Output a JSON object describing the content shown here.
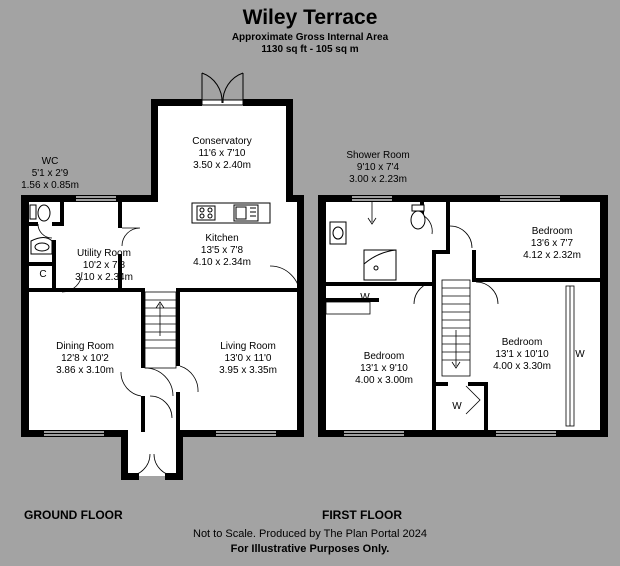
{
  "header": {
    "title": "Wiley Terrace",
    "area_caption": "Approximate Gross Internal Area",
    "area_value": "1130 sq ft - 105 sq m"
  },
  "rooms": {
    "wc": {
      "name": "WC",
      "imperial": "5'1 x 2'9",
      "metric": "1.56 x 0.85m"
    },
    "conservatory": {
      "name": "Conservatory",
      "imperial": "11'6 x 7'10",
      "metric": "3.50 x 2.40m"
    },
    "kitchen": {
      "name": "Kitchen",
      "imperial": "13'5 x 7'8",
      "metric": "4.10 x 2.34m"
    },
    "utility": {
      "name": "Utility Room",
      "imperial": "10'2 x 7'8",
      "metric": "3.10 x 2.34m"
    },
    "cupboard": {
      "name": "C"
    },
    "dining": {
      "name": "Dining Room",
      "imperial": "12'8 x 10'2",
      "metric": "3.86 x 3.10m"
    },
    "living": {
      "name": "Living Room",
      "imperial": "13'0 x 11'0",
      "metric": "3.95 x 3.35m"
    },
    "shower": {
      "name": "Shower Room",
      "imperial": "9'10 x 7'4",
      "metric": "3.00 x 2.23m"
    },
    "bedroom_small": {
      "name": "Bedroom",
      "imperial": "13'6 x 7'7",
      "metric": "4.12 x 2.32m"
    },
    "bedroom_left": {
      "name": "Bedroom",
      "imperial": "13'1 x 9'10",
      "metric": "4.00 x 3.00m"
    },
    "bedroom_right": {
      "name": "Bedroom",
      "imperial": "13'1 x 10'10",
      "metric": "4.00 x 3.30m"
    },
    "wardrobe": {
      "name": "W"
    }
  },
  "floors": {
    "ground": "GROUND FLOOR",
    "first": "FIRST FLOOR"
  },
  "footer": {
    "disclaimer": "Not to Scale. Produced by The Plan Portal 2024",
    "purpose": "For Illustrative Purposes Only."
  },
  "colors": {
    "background": "#a3a3a3",
    "wall": "#000000",
    "room_fill": "#ffffff"
  }
}
